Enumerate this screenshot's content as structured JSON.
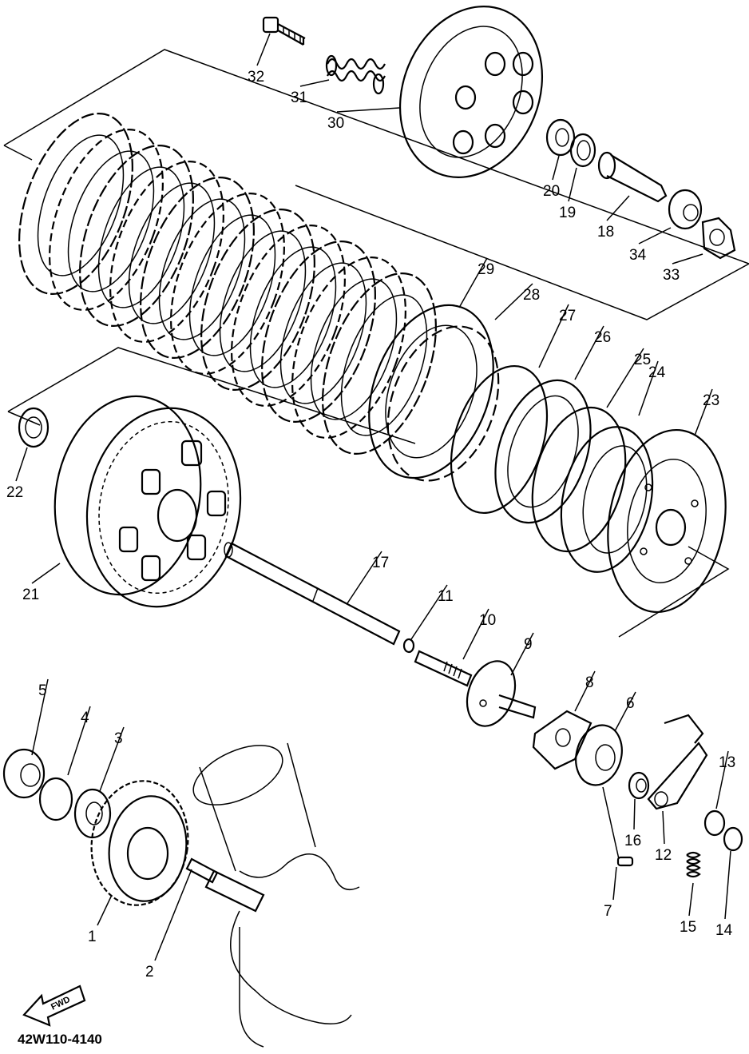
{
  "diagram": {
    "code": "42W110-4140",
    "fwd_text": "FWD",
    "labels": [
      "1",
      "2",
      "3",
      "4",
      "5",
      "6",
      "7",
      "8",
      "9",
      "10",
      "11",
      "12",
      "13",
      "14",
      "15",
      "16",
      "17",
      "18",
      "19",
      "20",
      "21",
      "22",
      "23",
      "24",
      "25",
      "26",
      "27",
      "28",
      "29",
      "30",
      "31",
      "32",
      "33",
      "34"
    ]
  }
}
